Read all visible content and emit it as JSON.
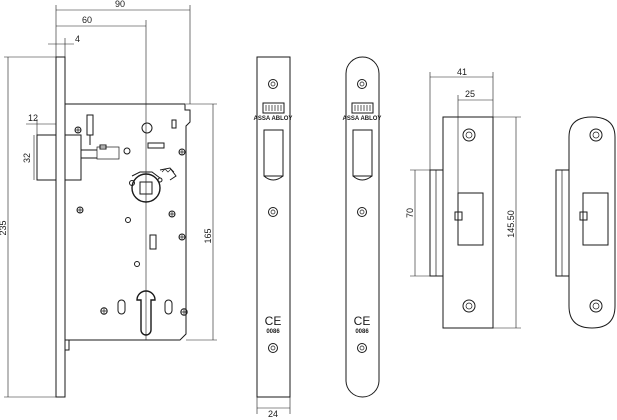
{
  "dimensions": {
    "d90": "90",
    "d60": "60",
    "d4": "4",
    "d235": "235",
    "d12": "12",
    "d32": "32",
    "d165": "165",
    "d24": "24",
    "d41": "41",
    "d25": "25",
    "d70": "70",
    "d14550": "145.50"
  },
  "marks": {
    "ce": "CE",
    "notified_body": "0086",
    "brand_small": "ASSA ABLOY"
  }
}
